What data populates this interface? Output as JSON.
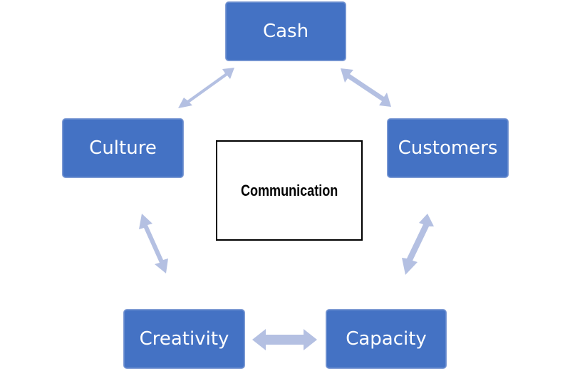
{
  "diagram": {
    "center_label": "Communication",
    "nodes": {
      "cash": "Cash",
      "customers": "Customers",
      "culture": "Culture",
      "creativity": "Creativity",
      "capacity": "Capacity"
    },
    "node_color": "#4472c4",
    "arrow_color": "#b4c0e2",
    "connections": [
      [
        "Culture",
        "Cash"
      ],
      [
        "Cash",
        "Customers"
      ],
      [
        "Customers",
        "Capacity"
      ],
      [
        "Capacity",
        "Creativity"
      ],
      [
        "Creativity",
        "Culture"
      ]
    ]
  }
}
